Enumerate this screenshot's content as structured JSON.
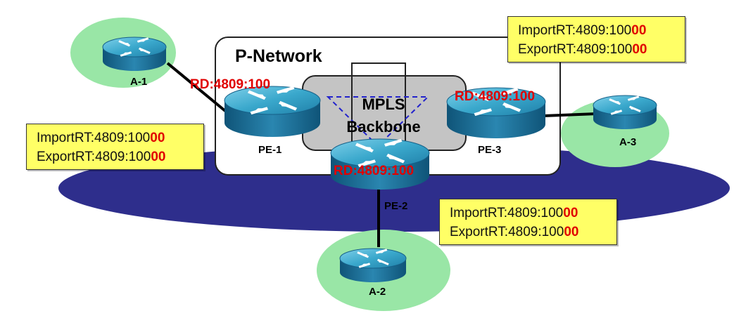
{
  "network": {
    "title": "P-Network"
  },
  "backbone": {
    "line1": "MPLS",
    "line2": "Backbone"
  },
  "routers": {
    "a1": {
      "label": "A-1"
    },
    "a2": {
      "label": "A-2"
    },
    "a3": {
      "label": "A-3"
    },
    "pe1": {
      "label": "PE-1",
      "rd": "RD:4809:100"
    },
    "pe2": {
      "label": "PE-2",
      "rd": "RD:4809:100"
    },
    "pe3": {
      "label": "PE-3",
      "rd": "RD:4809:100"
    }
  },
  "rt_boxes": {
    "pe1": {
      "import_prefix": "ImportRT:4809:100",
      "import_suffix": "00",
      "export_prefix": "ExportRT:4809:100",
      "export_suffix": "00"
    },
    "pe2": {
      "import_prefix": "ImportRT:4809:100",
      "import_suffix": "00",
      "export_prefix": "ExportRT:4809:100",
      "export_suffix": "00"
    },
    "pe3": {
      "import_prefix": "ImportRT:4809:100",
      "import_suffix": "00",
      "export_prefix": "ExportRT:4809:100",
      "export_suffix": "00"
    }
  },
  "colors": {
    "provider_ellipse": "#2e2e8c",
    "site_ellipse": "#99e6a6",
    "backbone": "#c4c4c4",
    "router_top": "#3aa8cc",
    "router_body": "#1d6e98",
    "rd_text": "#e00000",
    "rt_box": "#ffff66"
  }
}
